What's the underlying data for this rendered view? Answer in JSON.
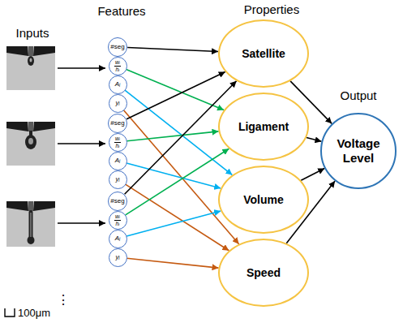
{
  "diagram": {
    "nodes": [
      {
        "text": [
          "#seg"
        ]
      },
      {
        "text": [
          "wᵢ",
          "hᵢ"
        ]
      },
      {
        "text": [
          "Aᵢ"
        ]
      },
      {
        "text": [
          "yᵢ"
        ]
      },
      {
        "text": [
          "#seg"
        ]
      },
      {
        "text": [
          "wᵢ",
          "hᵢ"
        ]
      },
      {
        "text": [
          "Aᵢ"
        ]
      },
      {
        "text": [
          "yᵢ"
        ]
      },
      {
        "text": [
          "#seg"
        ]
      },
      {
        "text": [
          "wᵢ",
          "hᵢ"
        ]
      },
      {
        "text": [
          "Aᵢ"
        ]
      },
      {
        "text": [
          "yᵢ"
        ]
      },
      {
        "text": [
          "Satellite"
        ]
      },
      {
        "text": [
          "Ligament"
        ]
      },
      {
        "text": [
          "Volume"
        ]
      },
      {
        "text": [
          "Speed"
        ]
      },
      {
        "text": [
          "Voltage Level"
        ]
      }
    ],
    "edges": [
      {
        "from": 0,
        "to": 12,
        "arrow": "to"
      },
      {
        "from": 1,
        "to": 13,
        "arrow": "to"
      },
      {
        "from": 2,
        "to": 14,
        "arrow": "to"
      },
      {
        "from": 3,
        "to": 15,
        "arrow": "to"
      },
      {
        "from": 4,
        "to": 12,
        "arrow": "to"
      },
      {
        "from": 5,
        "to": 13,
        "arrow": "to"
      },
      {
        "from": 6,
        "to": 14,
        "arrow": "to"
      },
      {
        "from": 7,
        "to": 15,
        "arrow": "to"
      },
      {
        "from": 8,
        "to": 12,
        "arrow": "to"
      },
      {
        "from": 9,
        "to": 13,
        "arrow": "to"
      },
      {
        "from": 10,
        "to": 14,
        "arrow": "to"
      },
      {
        "from": 11,
        "to": 15,
        "arrow": "to"
      },
      {
        "from": 12,
        "to": 16,
        "arrow": "to"
      },
      {
        "from": 13,
        "to": 16,
        "arrow": "to"
      },
      {
        "from": 14,
        "to": 16,
        "arrow": "to"
      },
      {
        "from": 15,
        "to": 16,
        "arrow": "to"
      }
    ],
    "labels": [
      "Inputs",
      "Features",
      "Properties",
      "Output",
      "100μm",
      "⋮"
    ]
  }
}
